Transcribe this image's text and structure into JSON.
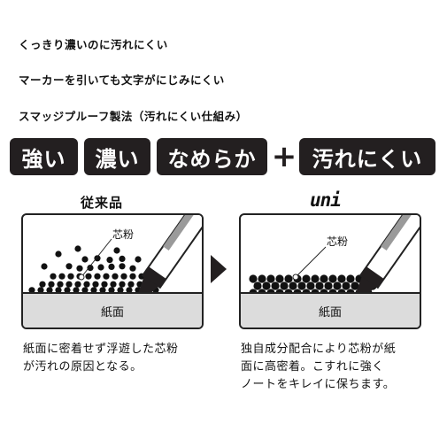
{
  "header_lines": [
    "くっきり濃いのに汚れにくい",
    "マーカーを引いても文字がにじみにくい",
    "スマッジプルーフ製法（汚れにくい仕組み）"
  ],
  "tags": [
    "強い",
    "濃い",
    "なめらか",
    "汚れにくい"
  ],
  "plus": "+",
  "panels": {
    "left": {
      "title": "従来品",
      "lead_label": "芯粉",
      "paper_label": "紙面",
      "caption": "紙面に密着せず浮遊した芯粉\nが汚れの原因となる。"
    },
    "right": {
      "title": "uni",
      "lead_label": "芯粉",
      "paper_label": "紙面",
      "caption": "独自成分配合により芯粉が紙\n面に高密着。こすれに強く\nノートをキレイに保ちます。"
    }
  },
  "colors": {
    "dark": "#231f20",
    "paper": "#dcdcdc"
  }
}
